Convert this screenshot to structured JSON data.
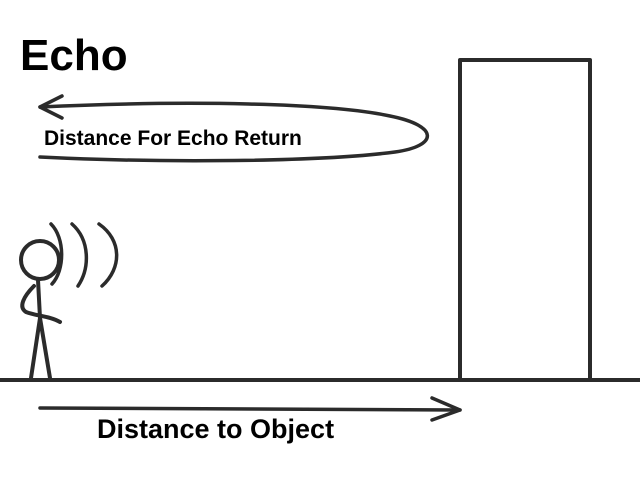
{
  "diagram": {
    "title": "Echo",
    "echo_return_label": "Distance For Echo Return",
    "distance_to_object_label": "Distance to Object"
  },
  "colors": {
    "ink": "#2b2b2b",
    "background": "#ffffff",
    "text": "#000000"
  },
  "icons": {
    "person": "stick-figure-icon",
    "sound": "sound-waves-icon",
    "wall": "wall-object-icon"
  }
}
